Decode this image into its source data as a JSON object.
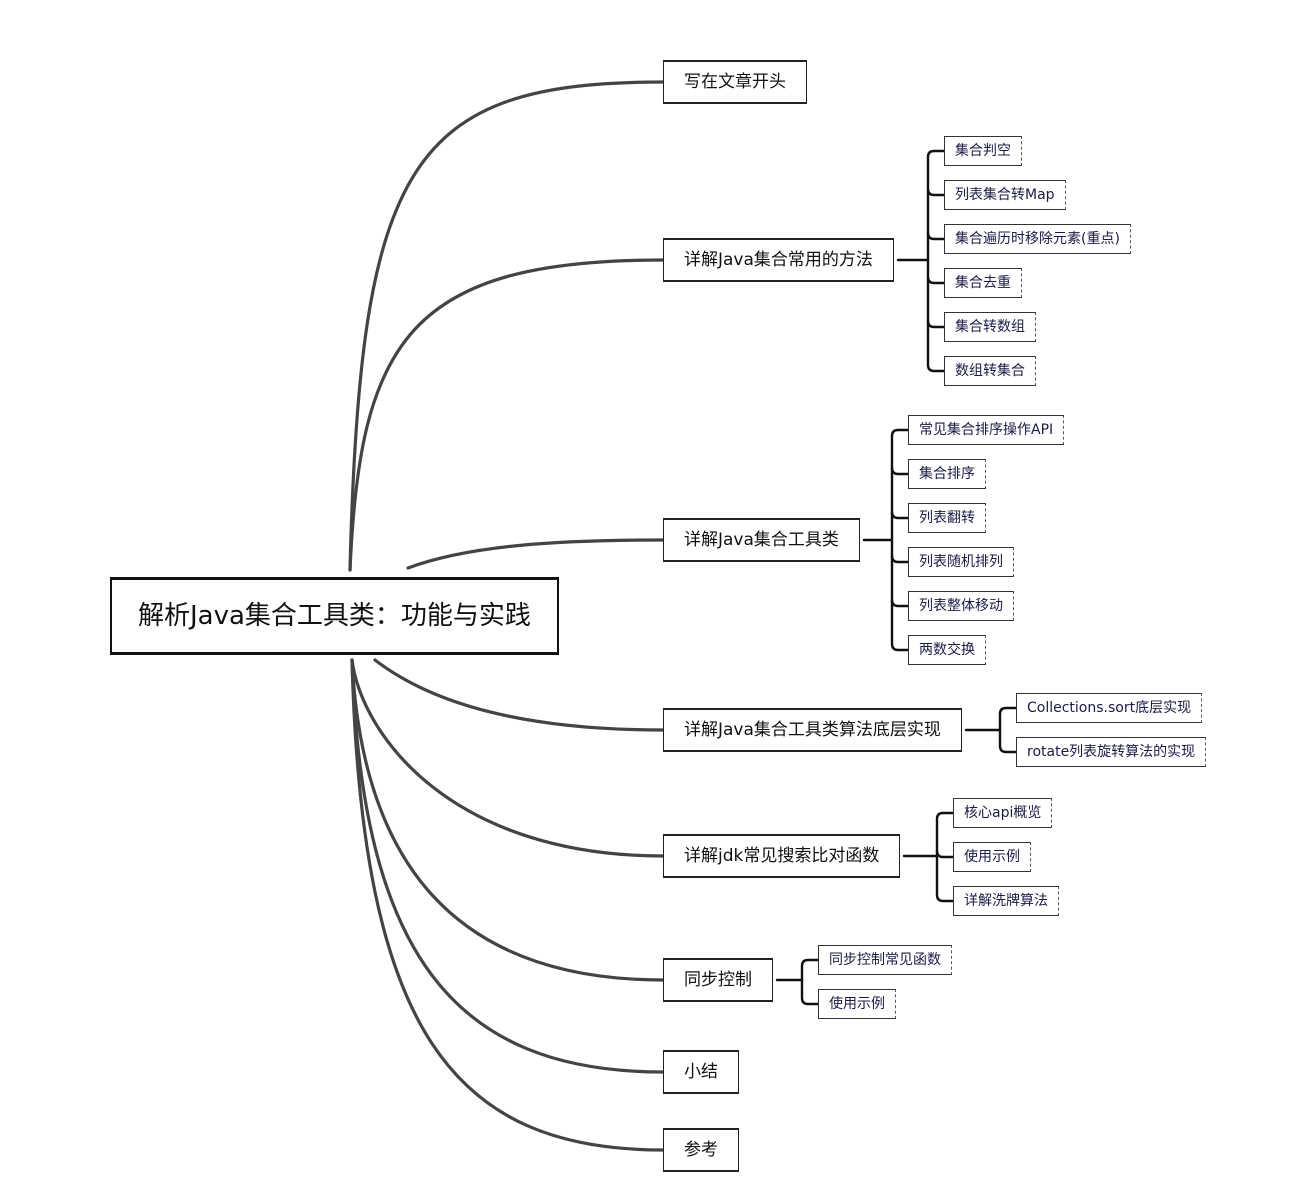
{
  "mindmap": {
    "root": "解析Java集合工具类：功能与实践",
    "topics": [
      {
        "label": "写在文章开头",
        "children": []
      },
      {
        "label": "详解Java集合常用的方法",
        "children": [
          "集合判空",
          "列表集合转Map",
          "集合遍历时移除元素(重点)",
          "集合去重",
          "集合转数组",
          "数组转集合"
        ]
      },
      {
        "label": "详解Java集合工具类",
        "children": [
          "常见集合排序操作API",
          "集合排序",
          "列表翻转",
          "列表随机排列",
          "列表整体移动",
          "两数交换"
        ]
      },
      {
        "label": "详解Java集合工具类算法底层实现",
        "children": [
          "Collections.sort底层实现",
          "rotate列表旋转算法的实现"
        ]
      },
      {
        "label": "详解jdk常见搜索比对函数",
        "children": [
          "核心api概览",
          "使用示例",
          "详解洗牌算法"
        ]
      },
      {
        "label": "同步控制",
        "children": [
          "同步控制常见函数",
          "使用示例"
        ]
      },
      {
        "label": "小结",
        "children": []
      },
      {
        "label": "参考",
        "children": []
      }
    ]
  },
  "colors": {
    "main_connector": "#444444",
    "sub_connector": "#111111",
    "leaf_text": "#1b1b4a",
    "topic_text": "#111111"
  }
}
